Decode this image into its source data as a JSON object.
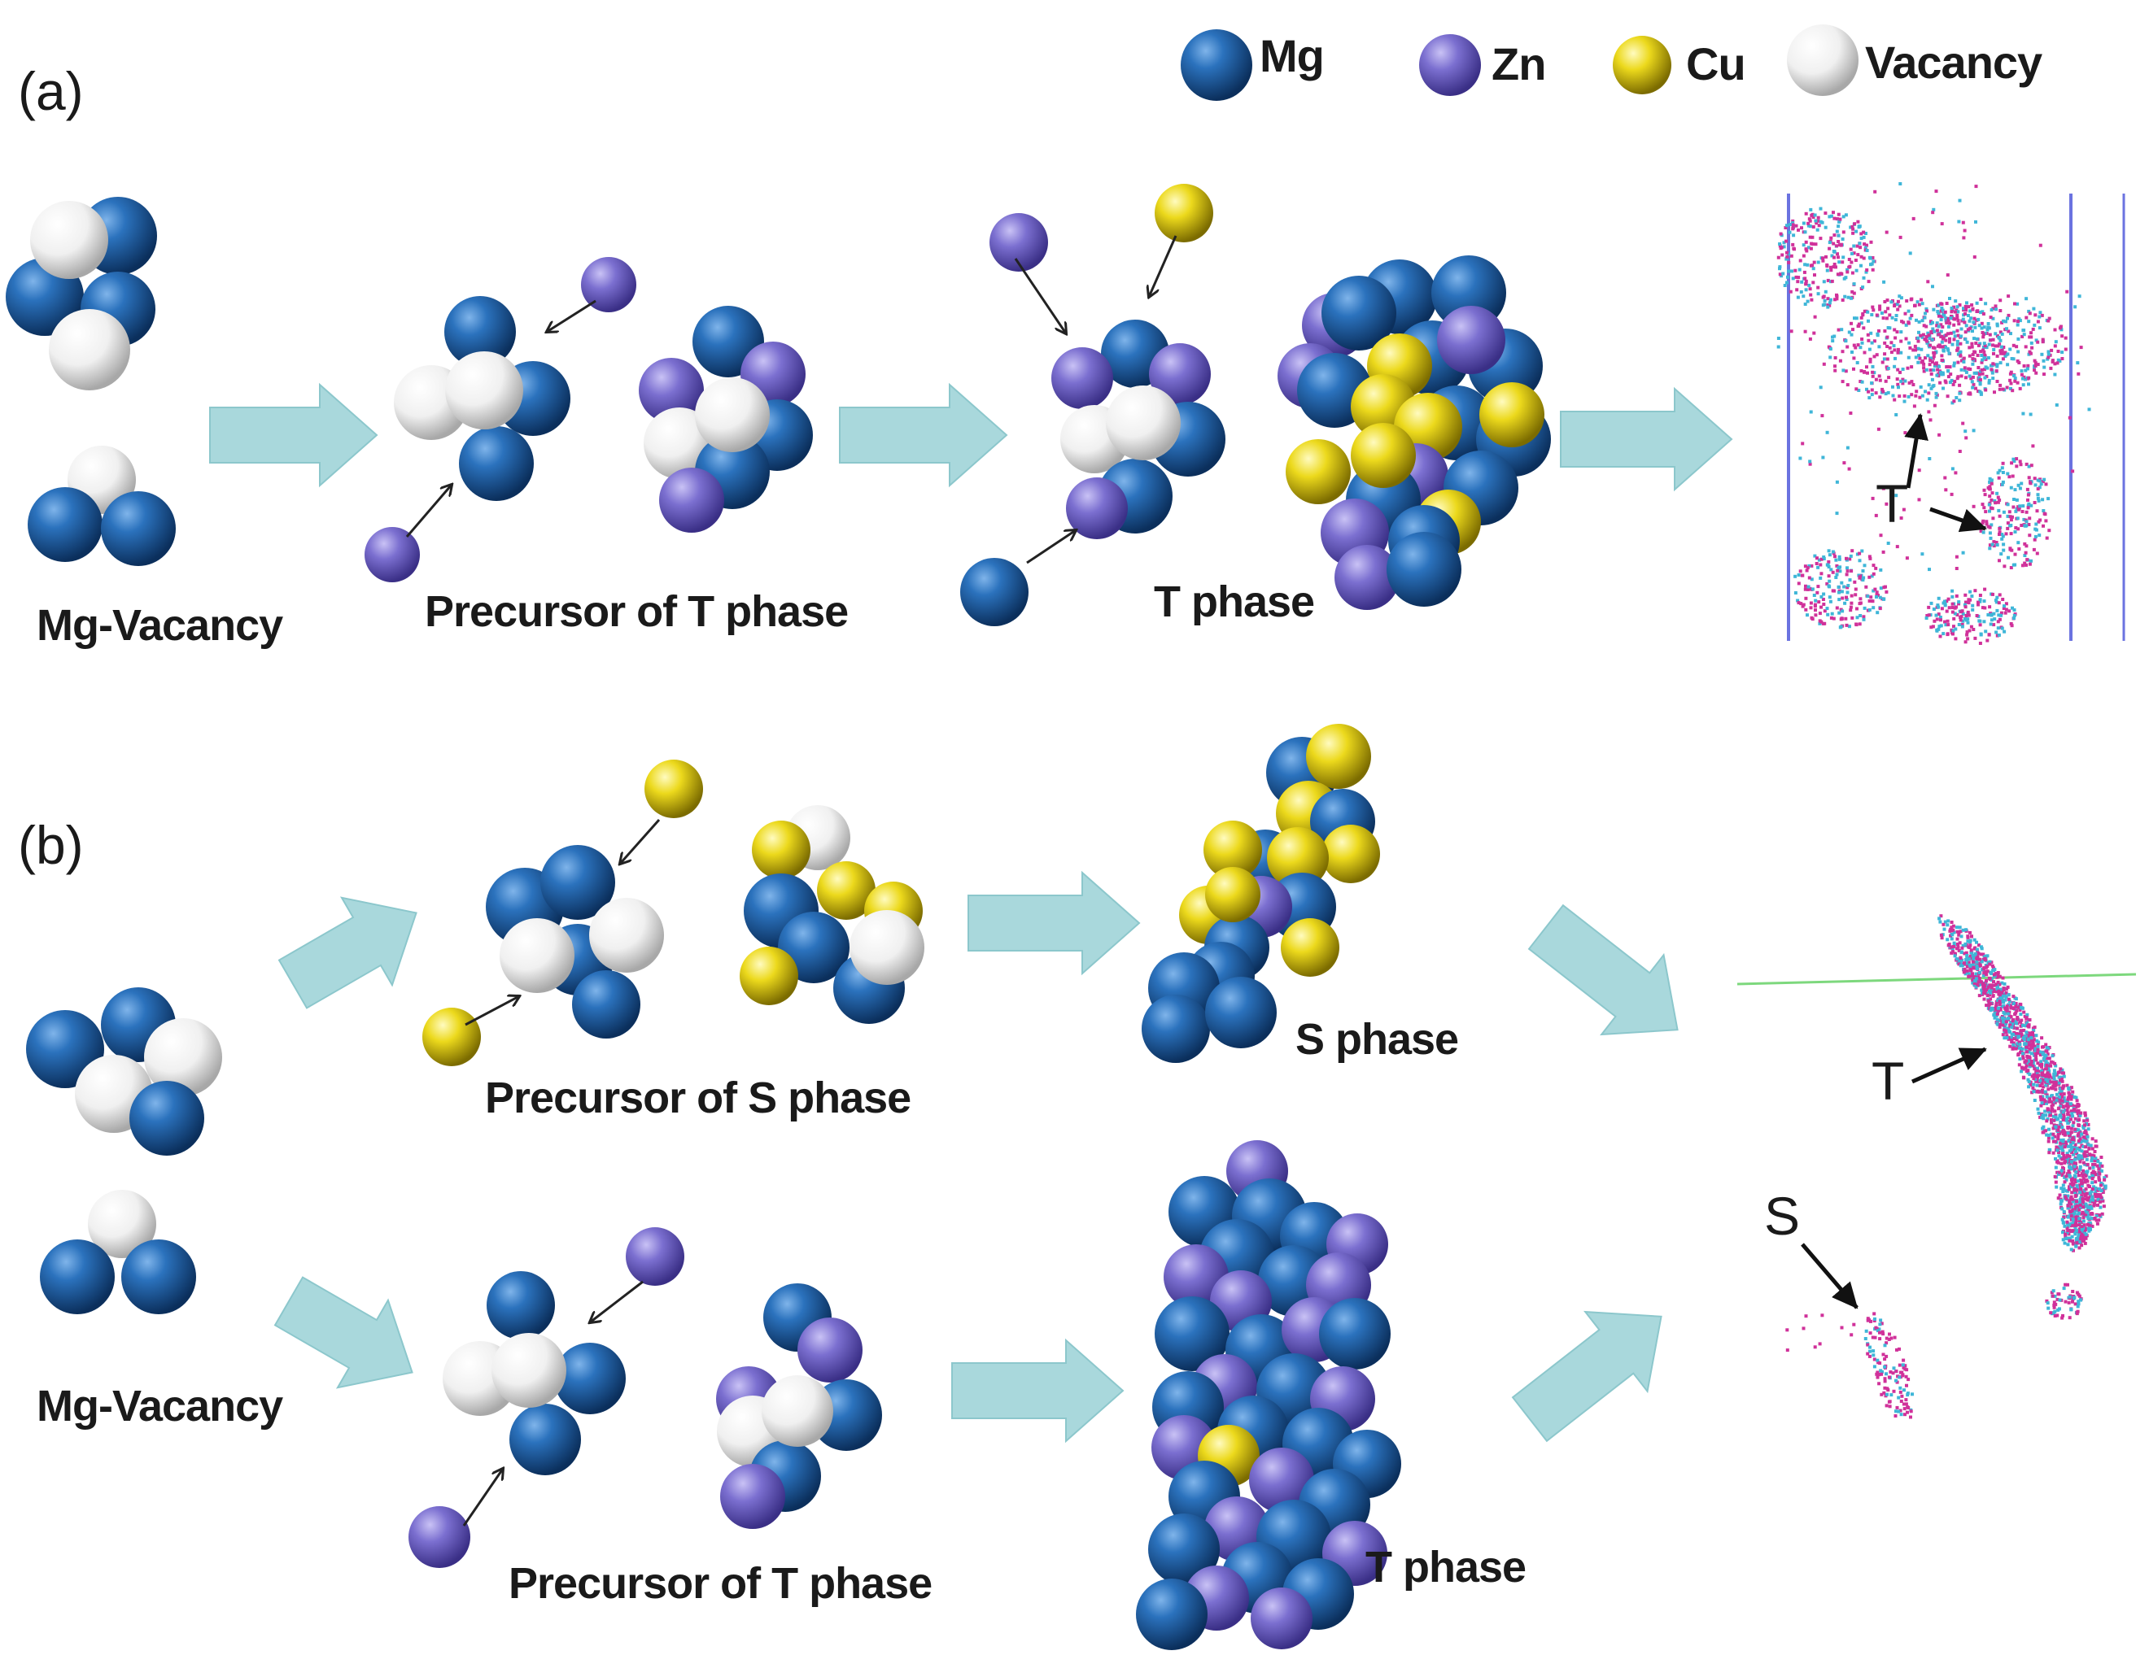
{
  "panels": {
    "a": "(a)",
    "b": "(b)"
  },
  "legend": [
    {
      "key": "mg",
      "label": "Mg",
      "color": "#1d5fa3"
    },
    {
      "key": "zn",
      "label": "Zn",
      "color": "#7b6fd0"
    },
    {
      "key": "cu",
      "label": "Cu",
      "color": "#e8d41a"
    },
    {
      "key": "vac",
      "label": "Vacancy",
      "color": "#f2f2f2"
    }
  ],
  "panel_a": {
    "cluster_label": "Mg-Vacancy",
    "precursor_label": "Precursor of T phase",
    "phase_label": "T phase",
    "marker": "T"
  },
  "panel_b": {
    "cluster_label": "Mg-Vacancy",
    "precursor_s_label": "Precursor of S phase",
    "phase_s_label": "S phase",
    "precursor_t_label": "Precursor of T phase",
    "phase_t_label": "T phase",
    "marker_t": "T",
    "marker_s": "S"
  },
  "colors": {
    "arrow": "#a9d8dc",
    "arrow_edge": "#8cc7cc",
    "atomprobe_pink": "#d0319a",
    "atomprobe_cyan": "#3fb6d8"
  }
}
